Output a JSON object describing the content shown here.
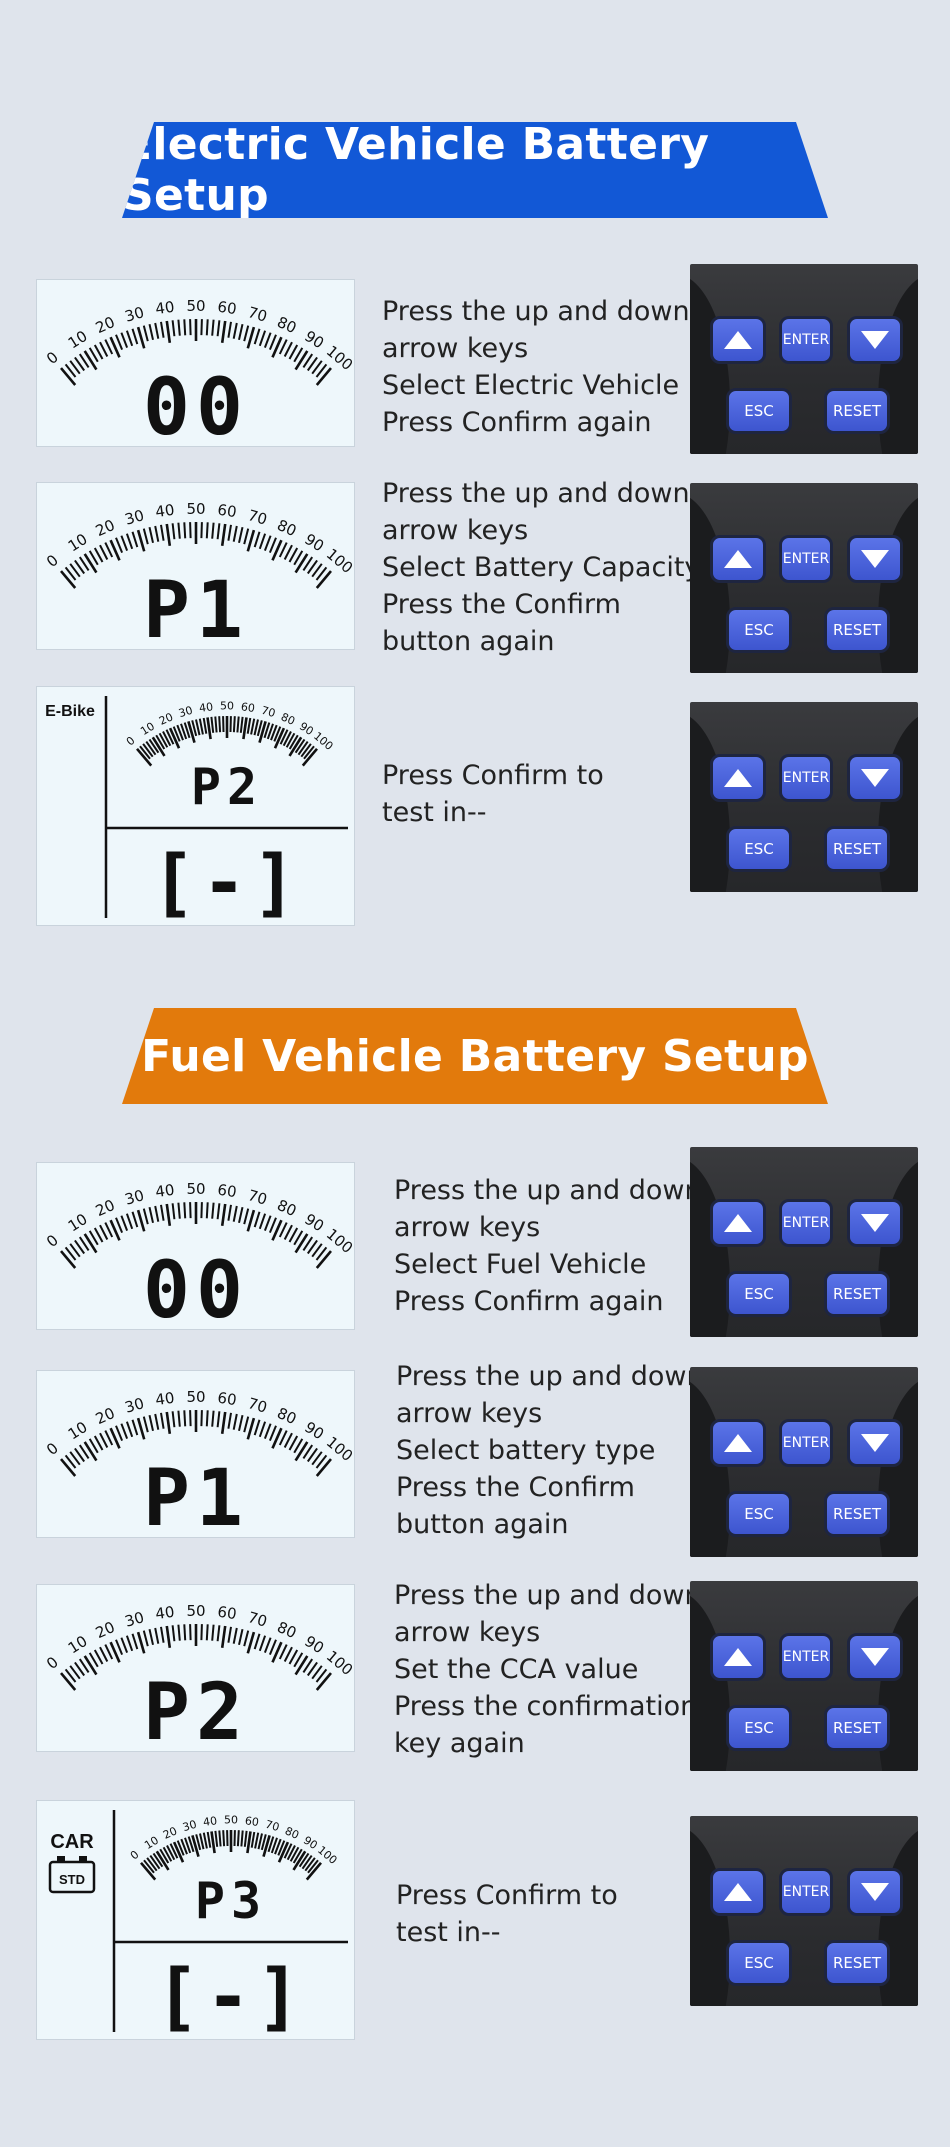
{
  "ev": {
    "title": "Electric Vehicle Battery Setup",
    "steps": [
      {
        "lines": [
          "Press the up and down",
          "arrow keys",
          "Select Electric Vehicle",
          "Press Confirm again"
        ],
        "display": "00"
      },
      {
        "lines": [
          "Press the up and down",
          "arrow keys",
          "Select Battery Capacity",
          "Press the Confirm",
          "button again"
        ],
        "display": "P1"
      },
      {
        "lines": [
          "Press Confirm to",
          "test in--"
        ],
        "display": "P2",
        "label": "E-Bike",
        "bottom": "[-]"
      }
    ]
  },
  "fuel": {
    "title": "Fuel Vehicle Battery Setup",
    "steps": [
      {
        "lines": [
          "Press the up and down",
          "arrow keys",
          "Select Fuel Vehicle",
          "Press Confirm again"
        ],
        "display": "00"
      },
      {
        "lines": [
          "Press the up and down",
          "arrow keys",
          "Select battery type",
          "Press the Confirm",
          "button again"
        ],
        "display": "P1"
      },
      {
        "lines": [
          "Press the up and down",
          "arrow keys",
          "Set the CCA value",
          "Press the confirmation",
          "key again"
        ],
        "display": "P2"
      },
      {
        "lines": [
          "Press Confirm to",
          "test in--"
        ],
        "display": "P3",
        "label": "CAR",
        "sublabel": "STD",
        "bottom": "[-]"
      }
    ]
  },
  "scale_ticks": [
    "0",
    "10",
    "20",
    "30",
    "40",
    "50",
    "60",
    "70",
    "80",
    "90",
    "100"
  ],
  "keypad": {
    "enter": "ENTER",
    "esc": "ESC",
    "reset": "RESET"
  },
  "colors": {
    "ev_banner": "#1258d6",
    "fuel_banner": "#e27a0c",
    "key": "#4a63dc",
    "lcd": "#eef7fb"
  }
}
